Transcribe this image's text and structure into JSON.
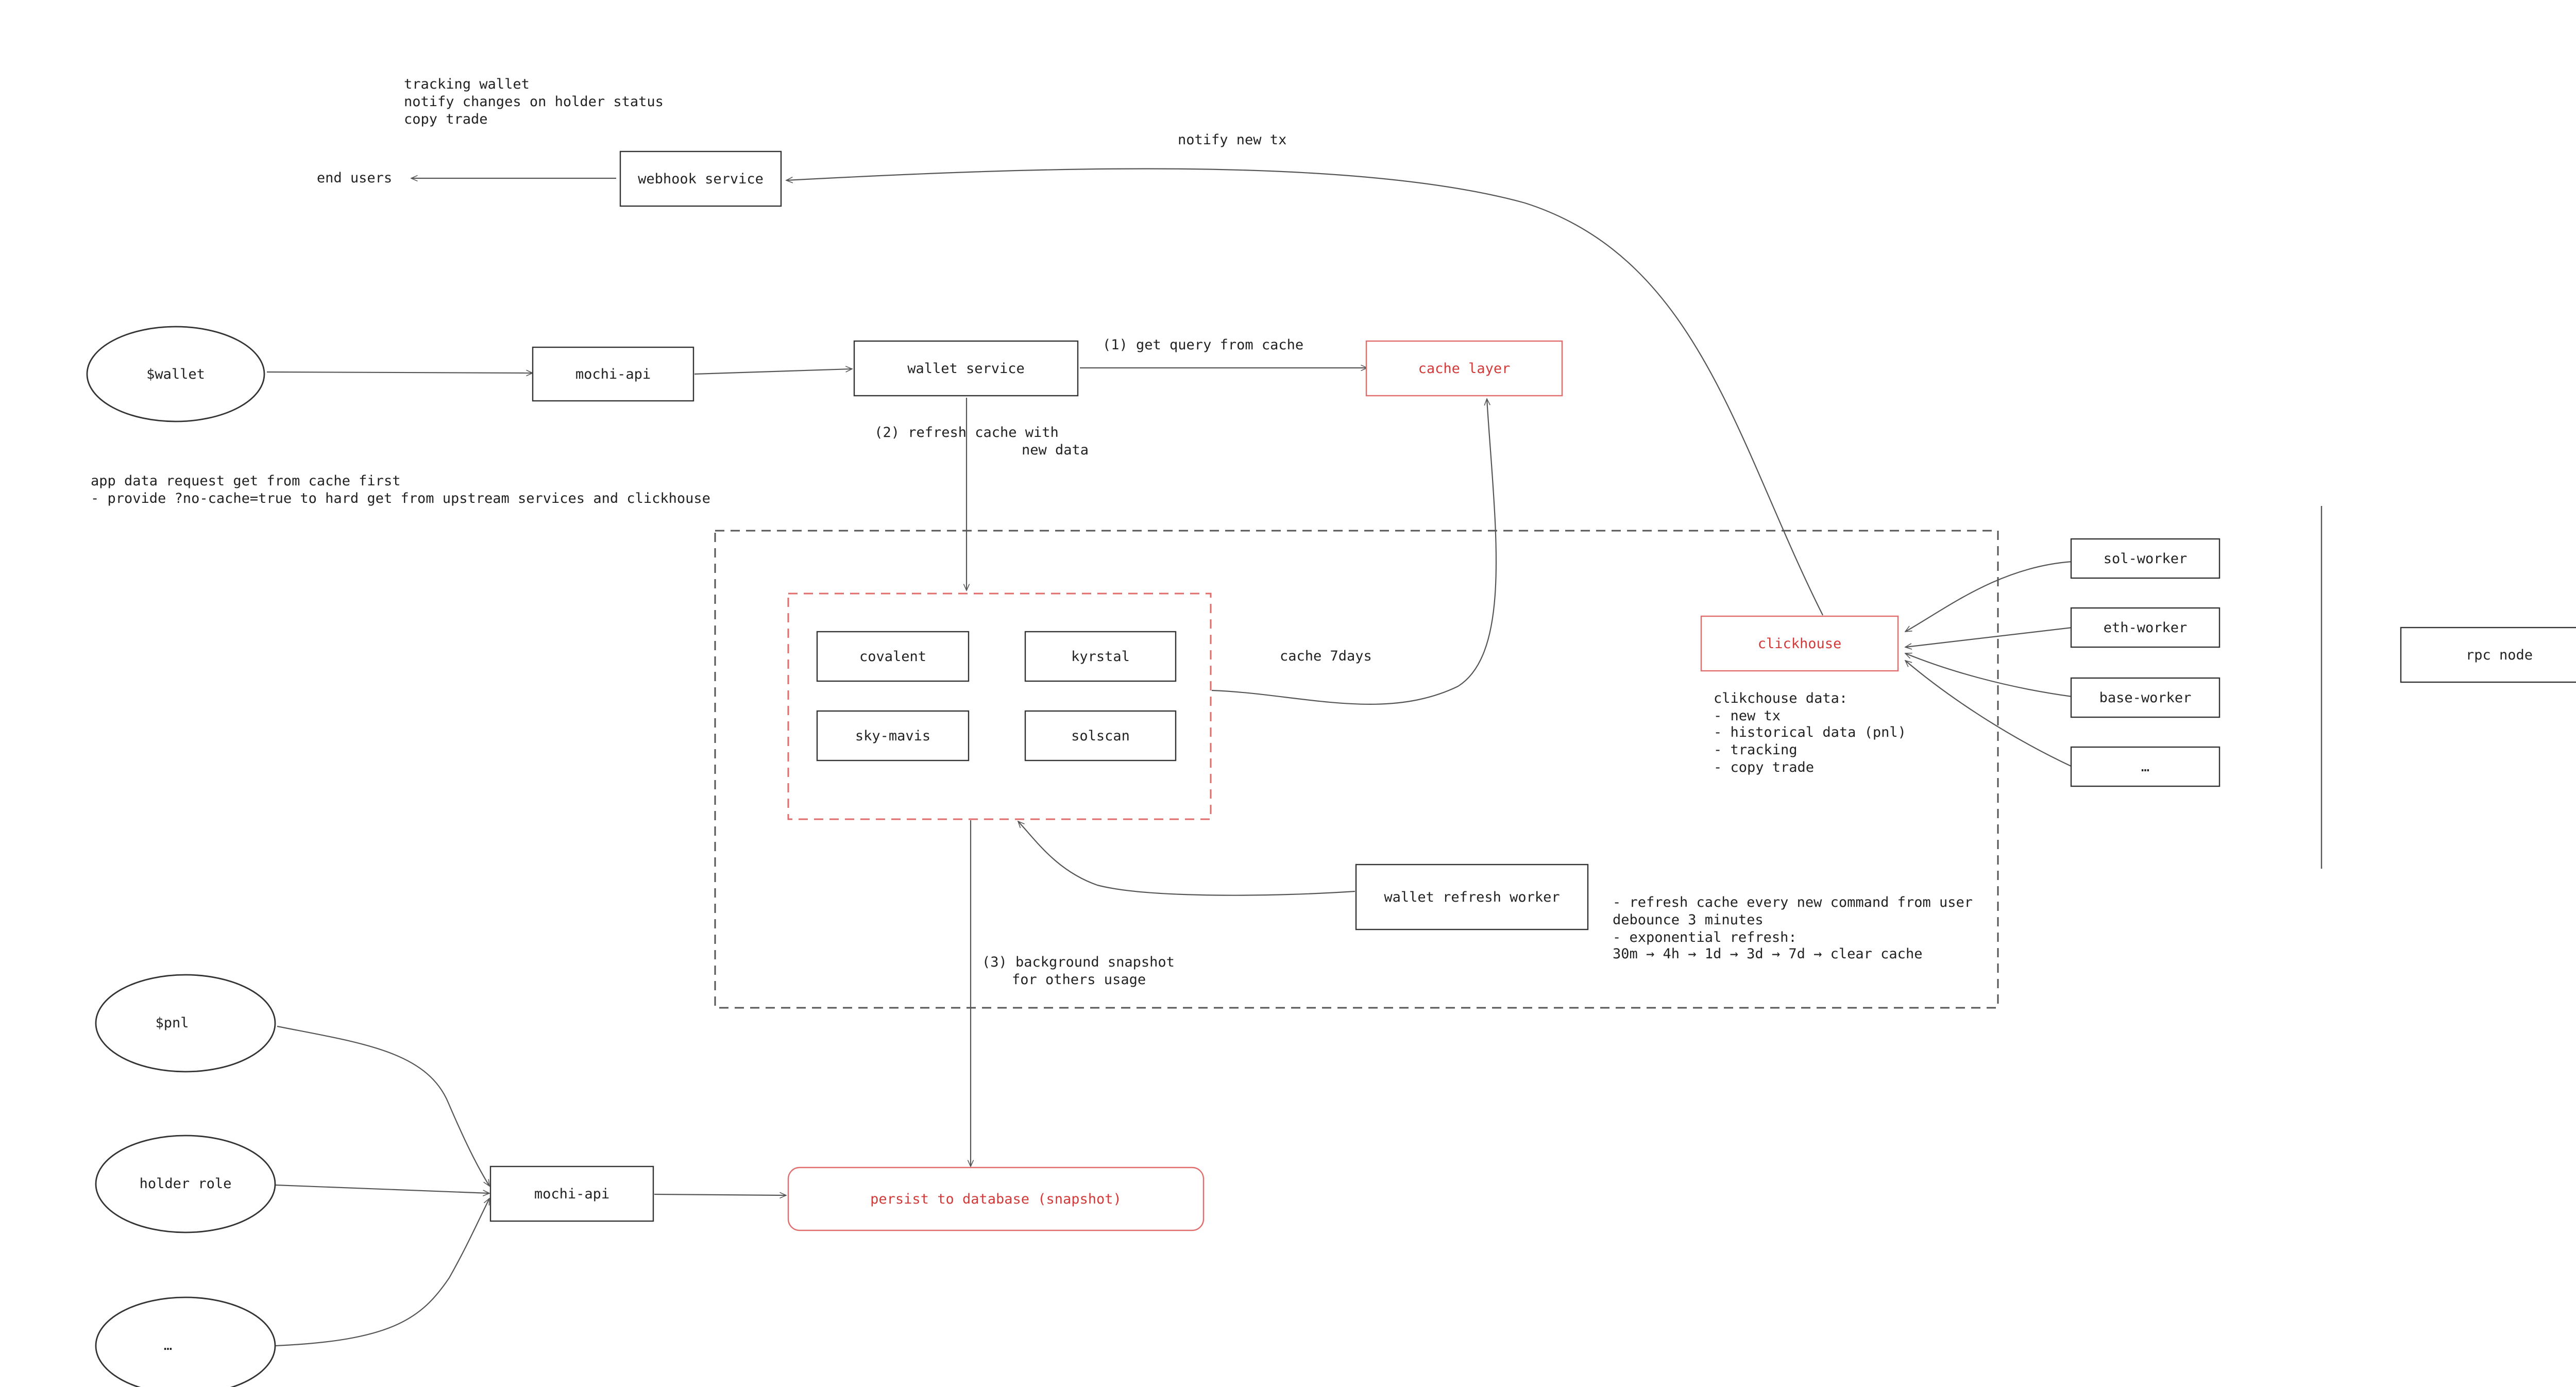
{
  "colors": {
    "stroke": "#333333",
    "accent_red": "#e06c6c",
    "red_text": "#d23a3a",
    "text": "#222222",
    "background": "#ffffff"
  },
  "nodes": {
    "webhook_service": "webhook service",
    "end_users": "end users",
    "wallet": "$wallet",
    "mochi_api_top": "mochi-api",
    "wallet_service": "wallet service",
    "cache_layer": "cache layer",
    "covalent": "covalent",
    "kyrstal": "kyrstal",
    "sky_mavis": "sky-mavis",
    "solscan": "solscan",
    "clickhouse": "clickhouse",
    "sol_worker": "sol-worker",
    "eth_worker": "eth-worker",
    "base_worker": "base-worker",
    "workers_more": "…",
    "rpc_node": "rpc node",
    "wallet_refresh_worker": "wallet refresh worker",
    "pnl": "$pnl",
    "holder_role": "holder role",
    "inputs_more": "…",
    "mochi_api_bottom": "mochi-api",
    "persist_db": "persist to database (snapshot)"
  },
  "edge_labels": {
    "notify_new_tx": "notify new tx",
    "get_query": "(1) get query from cache",
    "refresh_cache": [
      "(2) refresh cache with",
      "new data"
    ],
    "cache_7days": "cache 7days",
    "background_snapshot": [
      "(3) background snapshot",
      "for others usage"
    ]
  },
  "notes": {
    "webhook_purposes": [
      "tracking wallet",
      "notify changes on holder status",
      "copy trade"
    ],
    "app_data": [
      "app data request get from cache first",
      "- provide ?no-cache=true to hard get from upstream services and clickhouse"
    ],
    "clickhouse_data": [
      "clikchouse data:",
      "- new tx",
      "- historical data (pnl)",
      "- tracking",
      "- copy trade"
    ],
    "refresh_policy": [
      "- refresh cache every new command from user",
      "debounce 3 minutes",
      "- exponential refresh:",
      "30m → 4h → 1d → 3d → 7d → clear cache"
    ]
  }
}
